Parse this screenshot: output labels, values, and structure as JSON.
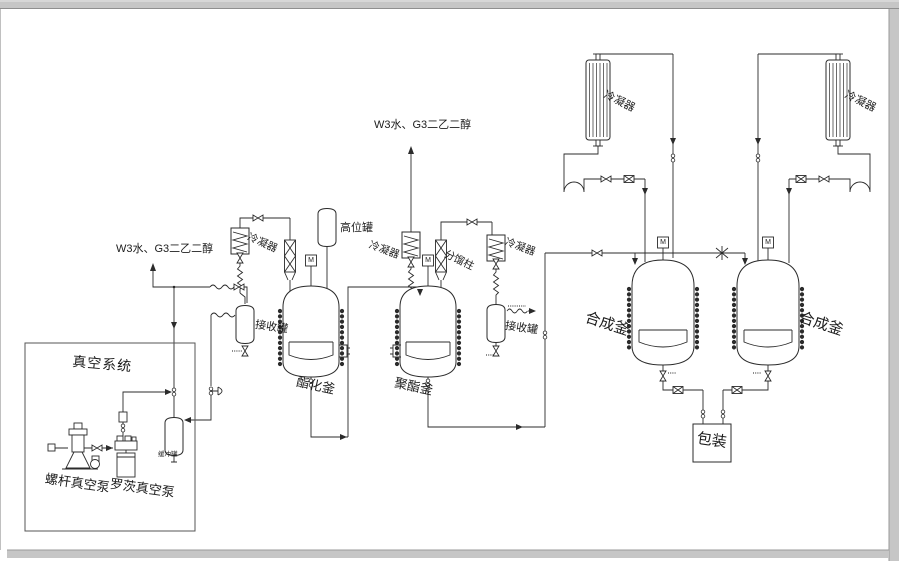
{
  "colors": {
    "line": "#2b2b2b",
    "chrome": "#c6c6c6",
    "background": "#ffffff"
  },
  "diagram": {
    "vacuum_box_title": "真空系统",
    "screw_pump_label": "螺杆真空泵",
    "roots_pump_label": "罗茨真空泵",
    "buffer_tank_label": "缓冲罐",
    "diol_note": "W3水、G3二乙二醇",
    "condenser_label": "冷凝器",
    "receiver_label": "接收罐",
    "high_tank_label": "高位罐",
    "esterification_label": "酯化釜",
    "polyester_label": "聚酯釜",
    "frac_column_label": "分馏柱",
    "synthesis_label": "合成釜",
    "packaging_label": "包装",
    "motor_label": "M"
  }
}
